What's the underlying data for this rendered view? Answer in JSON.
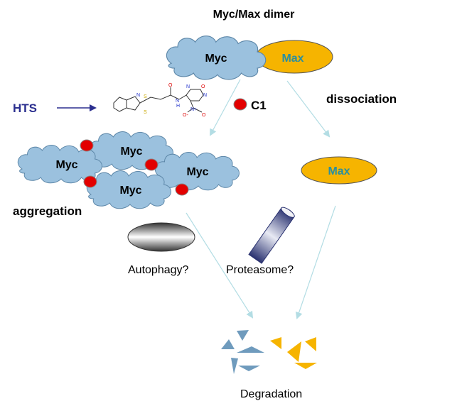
{
  "title": "Myc/Max dimer",
  "proteins": {
    "myc": "Myc",
    "max": "Max"
  },
  "hts": "HTS",
  "compound": {
    "label": "C1",
    "atoms": [
      "N",
      "S",
      "S",
      "O",
      "N",
      "H",
      "N",
      "O",
      "N",
      "N+",
      "O-",
      "O"
    ]
  },
  "dissociation": "dissociation",
  "aggregation": "aggregation",
  "autophagy": "Autophagy?",
  "proteasome": "Proteasome?",
  "degradation": "Degradation",
  "colors": {
    "myc": "#9bc1de",
    "max": "#f6b400",
    "max_text": "#2a8fa0",
    "hts": "#2b2f8f",
    "c1": "#e30000",
    "arrow": "#b3dde4",
    "fragment_blue": "#6f9bbd",
    "fragment_orange": "#f6b400"
  }
}
